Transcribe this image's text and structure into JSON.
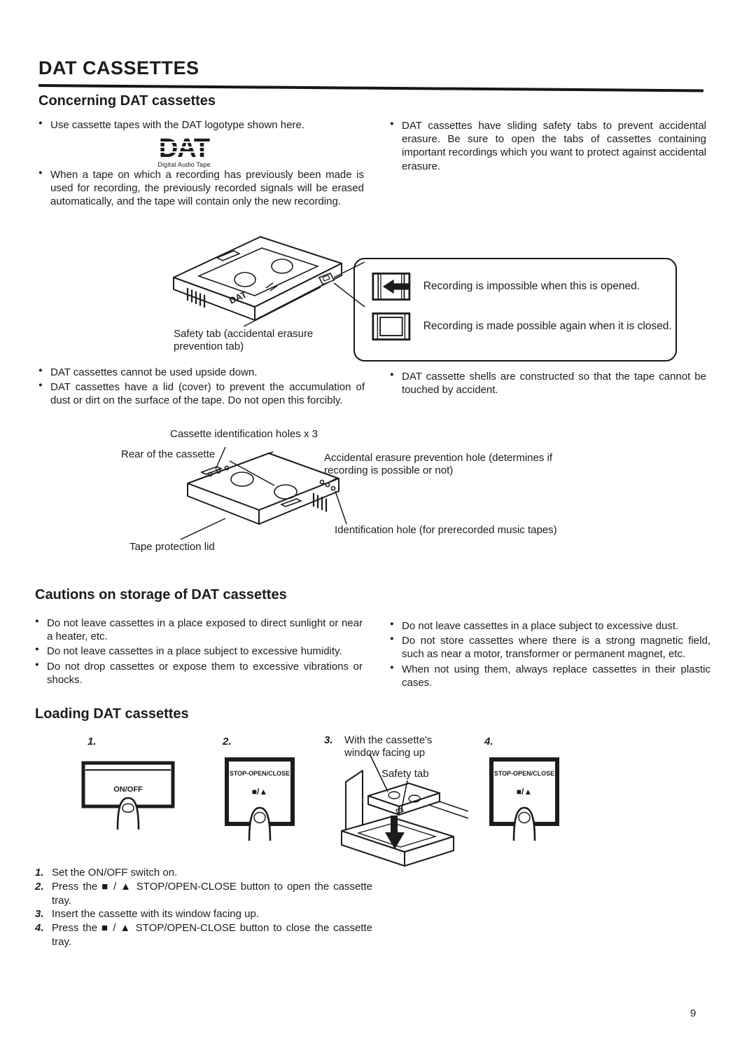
{
  "header": {
    "title": "DAT CASSETTES",
    "page_number": "9"
  },
  "concerning": {
    "heading": "Concerning DAT cassettes",
    "bullet_logotype": "Use cassette tapes with the DAT logotype shown here.",
    "logo": {
      "text": "DAT",
      "subtext": "Digital Audio Tape"
    },
    "bullet_rerecording": "When a tape on which a recording has previously been made is used for recording, the previously recorded signals will be erased automatically, and the tape will contain only the new recording.",
    "bullet_safety_tabs": "DAT cassettes have sliding safety tabs to prevent accidental erasure. Be sure to open the tabs of cassettes containing important recordings which you want to protect against accidental erasure.",
    "figure1": {
      "marking": "DAT",
      "safety_tab_label": "Safety tab (accidental erasure prevention tab)"
    },
    "callout": {
      "open_text": "Recording is impossible when this is opened.",
      "closed_text": "Recording is made possible again when it is closed."
    },
    "bullet_upside_down": "DAT cassettes cannot be used upside down.",
    "bullet_lid": "DAT cassettes have a lid (cover) to prevent the accumulation of dust or dirt on the surface of the tape. Do not open this forcibly.",
    "bullet_shells": "DAT cassette shells are constructed so that the tape cannot be touched by accident.",
    "figure2": {
      "id_holes_label": "Cassette identification holes x 3",
      "rear_label": "Rear of the cassette",
      "erasure_hole_label": "Accidental erasure prevention hole (determines if recording is possible or not)",
      "music_id_hole_label": "Identification hole (for prerecorded music tapes)",
      "lid_label": "Tape protection lid"
    }
  },
  "storage": {
    "heading": "Cautions on storage of DAT cassettes",
    "left_bullets": [
      "Do not leave cassettes in a place exposed to direct sunlight or near a heater, etc.",
      "Do not leave cassettes in a place subject to excessive humidity.",
      "Do not drop cassettes or expose them to excessive vibrations or shocks."
    ],
    "right_bullets": [
      "Do not leave cassettes in a place subject to excessive dust.",
      "Do not store cassettes where there is a strong magnetic field, such as near a motor, transformer or permanent magnet, etc.",
      "When not using them, always replace cassettes in their plastic cases."
    ]
  },
  "loading": {
    "heading": "Loading DAT cassettes",
    "steps": {
      "step1": {
        "num": "1.",
        "button_label": "ON/OFF"
      },
      "step2": {
        "num": "2.",
        "button_label": "STOP-OPEN/CLOSE",
        "button_symbols": "■/▲"
      },
      "step3": {
        "num": "3.",
        "caption": "With the cassette's window facing up",
        "safety_tab_label": "Safety tab"
      },
      "step4": {
        "num": "4.",
        "button_label": "STOP-OPEN/CLOSE",
        "button_symbols": "■/▲"
      }
    },
    "instructions": [
      {
        "num": "1.",
        "text": "Set the ON/OFF switch on."
      },
      {
        "num": "2.",
        "text": "Press the ■ / ▲ STOP/OPEN-CLOSE button to open the cassette tray."
      },
      {
        "num": "3.",
        "text": "Insert the cassette with its window facing up."
      },
      {
        "num": "4.",
        "text": "Press the ■ / ▲ STOP/OPEN-CLOSE button to close the cassette tray."
      }
    ]
  }
}
